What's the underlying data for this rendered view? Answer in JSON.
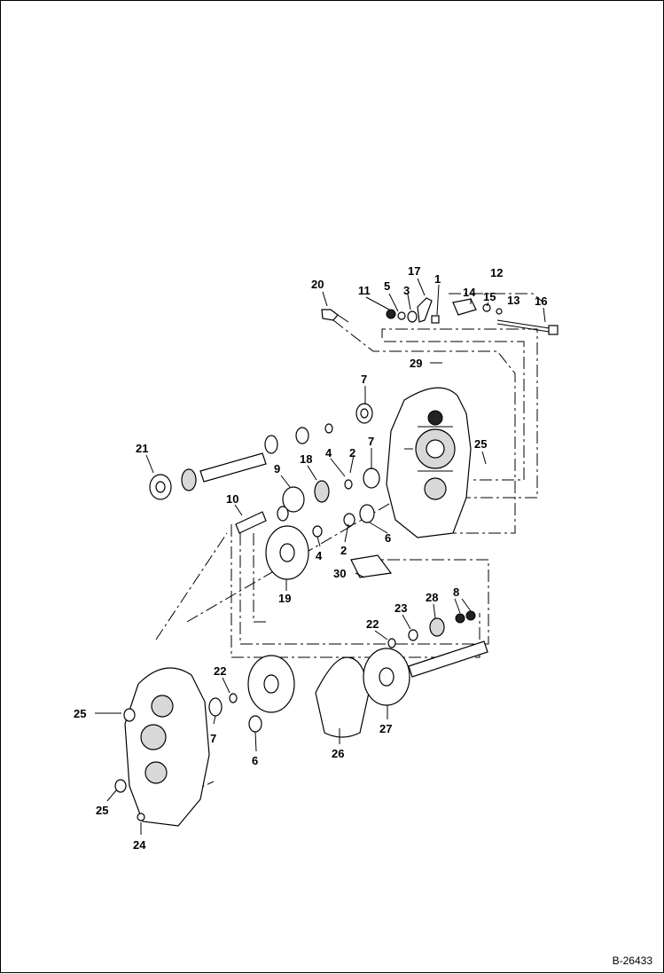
{
  "figure": {
    "reference": "B-26433",
    "callouts": [
      "1",
      "2",
      "3",
      "4",
      "5",
      "6",
      "7",
      "8",
      "9",
      "10",
      "11",
      "12",
      "13",
      "14",
      "15",
      "16",
      "17",
      "18",
      "19",
      "20",
      "21",
      "22",
      "23",
      "24",
      "25",
      "26",
      "27",
      "28",
      "29",
      "30"
    ]
  }
}
